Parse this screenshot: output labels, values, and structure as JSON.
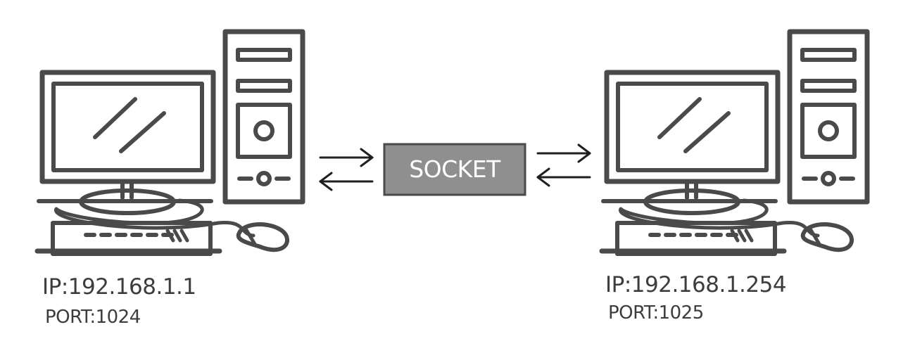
{
  "socket": {
    "label": "SOCKET"
  },
  "left_computer": {
    "ip": "IP:192.168.1.1",
    "port": "PORT:1024"
  },
  "right_computer": {
    "ip": "IP:192.168.1.254",
    "port": "PORT:1025"
  },
  "colors": {
    "stroke": "#4a4a4a",
    "socket_fill": "#8f8f8f",
    "text": "#3d3d3d"
  }
}
